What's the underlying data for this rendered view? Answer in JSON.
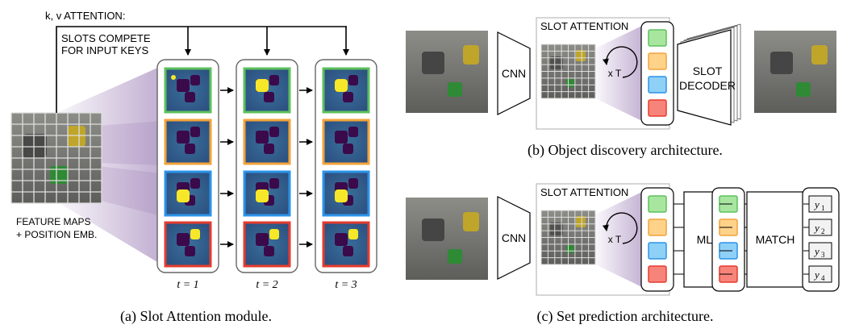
{
  "panel_a": {
    "top_label": "k, v ATTENTION:",
    "compete_line1": "SLOTS COMPETE",
    "compete_line2": "FOR INPUT KEYS",
    "feature_line1": "FEATURE MAPS",
    "feature_line2": "+ POSITION EMB.",
    "time_labels": [
      "t = 1",
      "t = 2",
      "t = 3"
    ],
    "caption": "(a) Slot Attention module."
  },
  "panel_b": {
    "cnn_label": "CNN",
    "slot_attention_title": "SLOT ATTENTION",
    "iter_label": "x T",
    "decoder_line1": "SLOT",
    "decoder_line2": "DECODER",
    "caption": "(b) Object discovery architecture."
  },
  "panel_c": {
    "cnn_label": "CNN",
    "slot_attention_title": "SLOT ATTENTION",
    "iter_label": "x T",
    "mlp_label": "MLP",
    "match_label": "MATCH",
    "outputs": [
      "y",
      "y",
      "y",
      "y"
    ],
    "output_subscripts": [
      "1",
      "2",
      "3",
      "4"
    ],
    "caption": "(c) Set prediction architecture."
  },
  "colors": {
    "slot_green": "#5cc05c",
    "slot_orange": "#f2a33a",
    "slot_blue": "#2c93e8",
    "slot_red": "#e53c2e",
    "slot_fill_green": "#a8e6a0",
    "slot_fill_orange": "#ffd28a",
    "slot_fill_blue": "#8fd0f7",
    "slot_fill_red": "#f7847a",
    "attention_purple": "#8e6cab",
    "map_background": "#2f5a8a"
  }
}
